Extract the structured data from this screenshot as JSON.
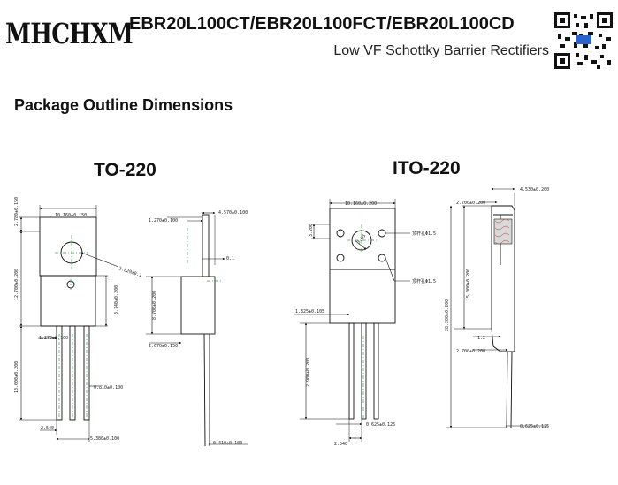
{
  "header": {
    "logo": "MHCHXM",
    "title": "EBR20L100CT/EBR20L100FCT/EBR20L100CD",
    "subtitle": "Low VF Schottky Barrier Rectifiers"
  },
  "section_title": "Package Outline Dimensions",
  "to220": {
    "label": "TO-220",
    "dims": {
      "top_width": "10.160±0.150",
      "hole": "2.829±0.1",
      "left_top": "2.780±0.150",
      "body_height": "12.700±0.200",
      "tab": "3.740±0.200",
      "lead_pitch": "1.270±0.100",
      "lead_len": "13.600±0.200",
      "lead_w": "0.810±0.100",
      "pitch": "2.540",
      "span": "5.380±0.100",
      "side_top": "1.270±0.100",
      "side_thk": "4.570±0.100",
      "side_gap": "0.1",
      "side_h": "8.700±0.200",
      "side_base": "2.670±0.150",
      "lead_thk": "0.410±0.100"
    }
  },
  "ito220": {
    "label": "ITO-220",
    "dims": {
      "top_width": "10.160±0.200",
      "top_left": "3.200",
      "pin1": "顶杆孔Φ1.5",
      "pin2": "顶杆孔Φ1.5",
      "hole": "3.05",
      "side_pitch": "1.325±0.105",
      "lead_len": "2.900±0.200",
      "lead_w": "0.625±0.125",
      "pitch": "2.540",
      "side_top": "2.700±0.200",
      "side_thk": "4.530±0.200",
      "side_h1": "15.000±0.200",
      "side_h2": "28.200±0.200",
      "side_gap": "1.2",
      "side_base": "2.700±0.200",
      "lead_thk": "0.625±0.125"
    }
  }
}
